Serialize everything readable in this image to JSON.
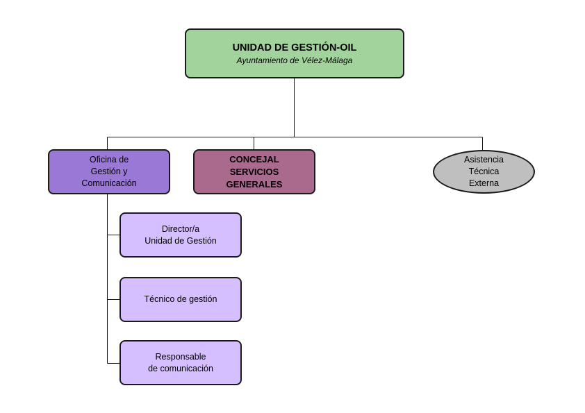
{
  "root": {
    "title": "UNIDAD DE GESTIÓN-OIL",
    "subtitle": "Ayuntamiento de Vélez-Málaga"
  },
  "nodes": {
    "oficina": [
      "Oficina de",
      "Gestión y",
      "Comunicación"
    ],
    "concejal": [
      "CONCEJAL",
      "SERVICIOS",
      "GENERALES"
    ],
    "asistencia": [
      "Asistencia",
      "Técnica",
      "Externa"
    ],
    "director": [
      "Director/a",
      "Unidad de Gestión"
    ],
    "tecnico": [
      "Técnico de gestión"
    ],
    "responsable": [
      "Responsable",
      "de comunicación"
    ]
  },
  "colors": {
    "root": "#a3d39c",
    "oficina": "#9a78d5",
    "concejal": "#a96a8e",
    "asistencia": "#bfbfbf",
    "sub": "#d5bfff",
    "border": "#1a1a1a"
  }
}
